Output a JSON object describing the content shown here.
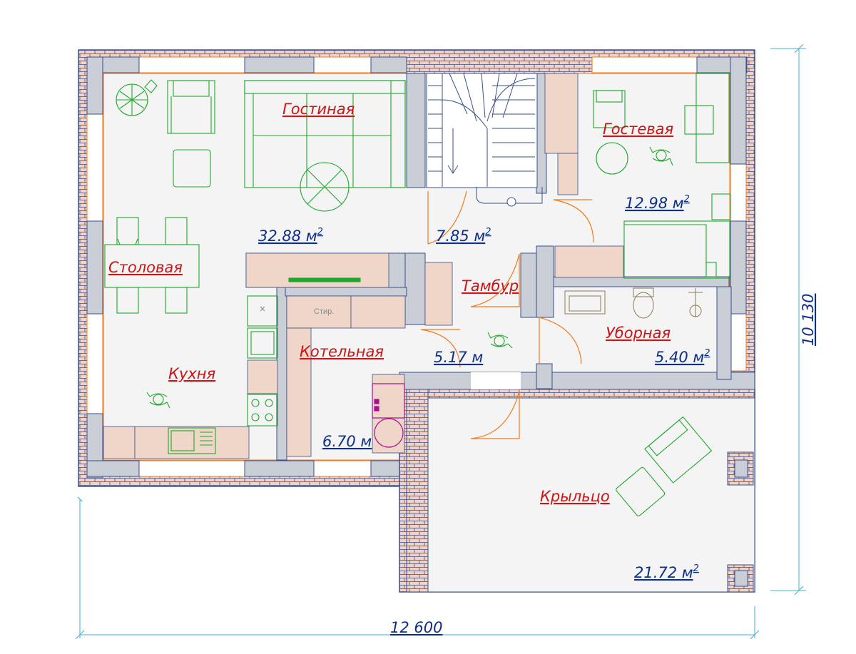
{
  "rooms": {
    "living": {
      "name": "Гостиная",
      "area": "32.88 м"
    },
    "dining": {
      "name": "Столовая"
    },
    "kitchen": {
      "name": "Кухня"
    },
    "stair": {
      "area": "7.85 м"
    },
    "vestibule": {
      "name": "Тамбур",
      "area": "5.17 м"
    },
    "guest": {
      "name": "Гостевая",
      "area": "12.98 м"
    },
    "toilet": {
      "name": "Уборная",
      "area": "5.40 м"
    },
    "boiler": {
      "name": "Котельная",
      "area": "6.70 м"
    },
    "porch": {
      "name": "Крыльцо",
      "area": "21.72 м"
    }
  },
  "area_superscript": "2",
  "appliance_label": "Стир.",
  "dimensions": {
    "width": "12 600",
    "height": "10 130"
  },
  "colors": {
    "room_name": "#cc1414",
    "area": "#0e2f88",
    "furniture": "#1fa82b",
    "door": "#f07a1e",
    "wall_brick": "#f1d2c5",
    "wall_outline": "#3a4f8a",
    "partition": "#c9ced7",
    "cabinet": "#f0d5c9",
    "dimension": "#3cb4d8",
    "appliance": "#a8108c"
  }
}
